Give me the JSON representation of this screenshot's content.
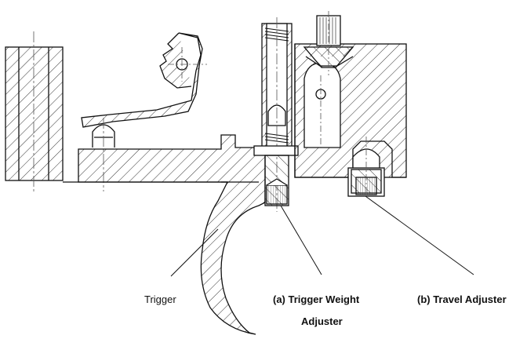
{
  "labels": {
    "trigger": "Trigger",
    "trigger_weight_line1": "(a) Trigger Weight",
    "trigger_weight_line2": "Adjuster",
    "travel_adjuster": "(b) Travel Adjuster"
  },
  "colors": {
    "line": "#111111",
    "hatch": "#333333",
    "center": "#555555",
    "background": "#ffffff"
  }
}
